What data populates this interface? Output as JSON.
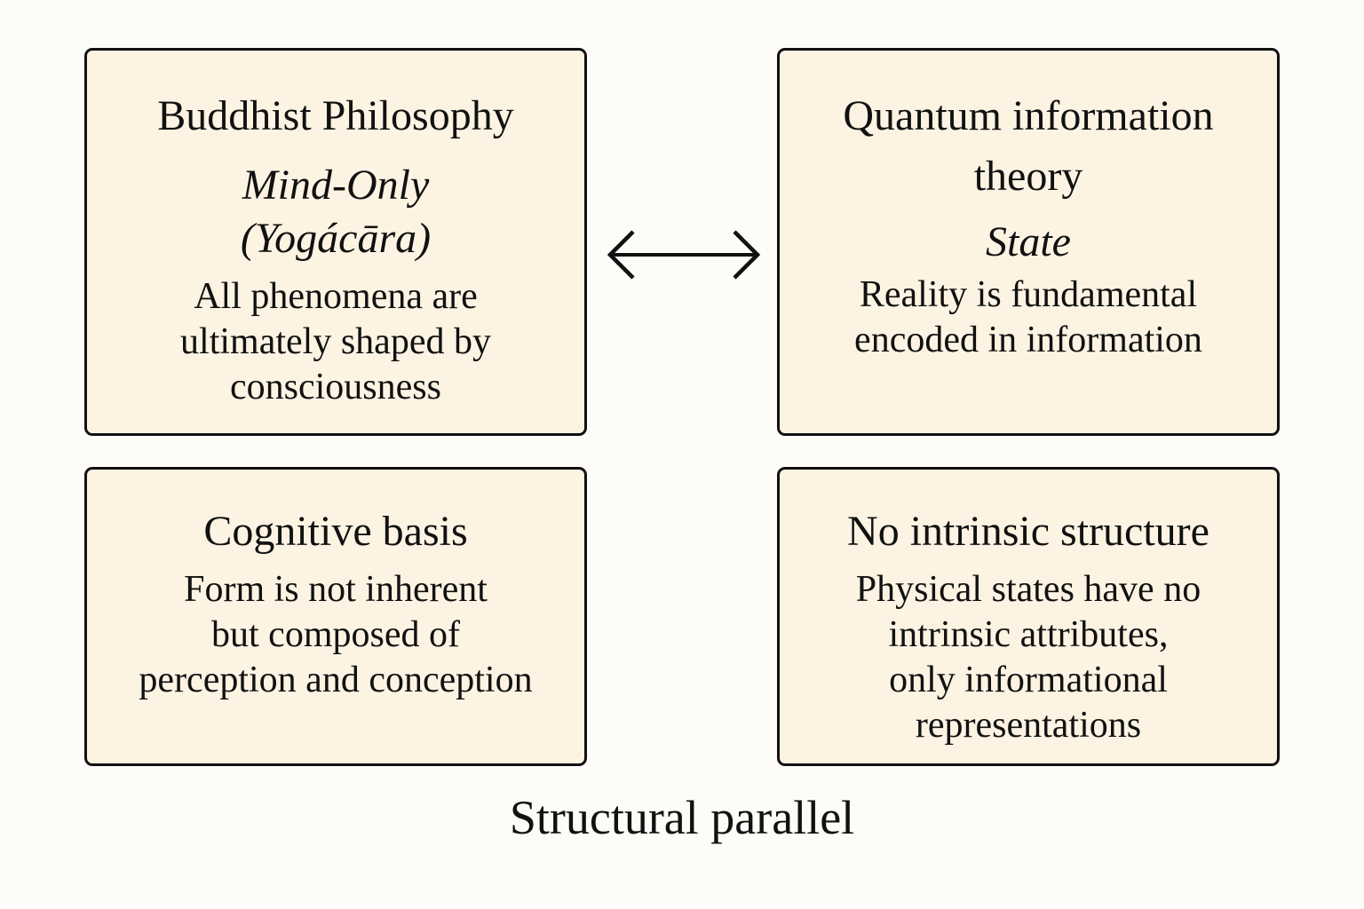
{
  "diagram": {
    "left_top": {
      "title": "Buddhist Philosophy",
      "subtitle": "Mind-Only\n(Yogácāra)",
      "body": "All phenomena are\nultimately shaped by\nconsciousness"
    },
    "right_top": {
      "title": "Quantum information\ntheory",
      "subtitle": "State",
      "body": "Reality is fundamental\nencoded in information"
    },
    "left_bottom": {
      "title": "Cognitive basis",
      "body": "Form is not inherent\nbut composed of\nperception and conception"
    },
    "right_bottom": {
      "title": "No intrinsic structure",
      "body": "Physical states have no\nintrinsic attributes,\nonly informational\nrepresentations"
    },
    "connector": {
      "icon": "double-headed-arrow-icon",
      "meaning": "bidirectional correspondence"
    },
    "caption": "Structural parallel"
  },
  "colors": {
    "page_background": "#fdfcf8",
    "box_fill": "#fdf3e3",
    "stroke": "#111111"
  }
}
